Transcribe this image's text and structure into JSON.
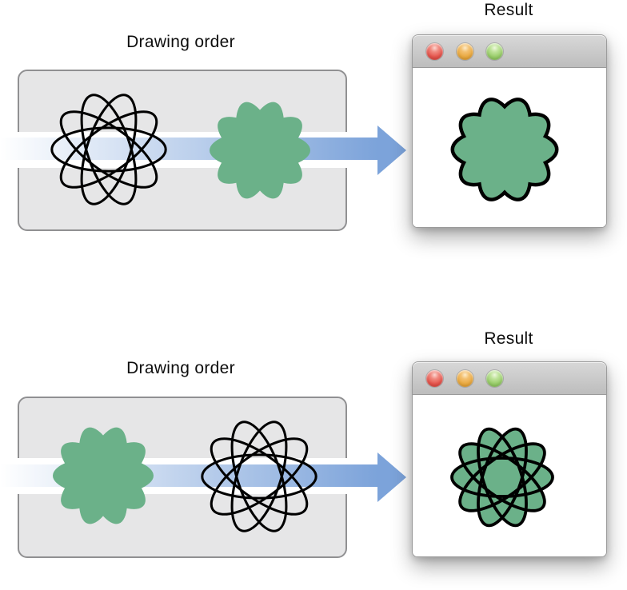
{
  "colors": {
    "flower_green": "#6BB189",
    "arrow_blue": "#7CA3DA",
    "arrow_fade_start": "#FFFFFF",
    "panel_gray": "#E6E6E7",
    "panel_border": "#909092",
    "track_white": "#FFFFFF",
    "titlebar_top": "#D8D8D8",
    "titlebar_bottom": "#BDBDBD",
    "titlebar_divider": "#9A9A9A",
    "window_border": "#9B9B9B",
    "light_red": "#E4534B",
    "light_amber": "#E8A83F",
    "light_green": "#97CC68",
    "line_black": "#000000"
  },
  "sections": [
    {
      "order_label": "Drawing order",
      "result_label": "Result",
      "steps": [
        "stroked-line-art-flower",
        "green-filled-flower"
      ],
      "window_controls": [
        "close",
        "minimize",
        "zoom"
      ]
    },
    {
      "order_label": "Drawing order",
      "result_label": "Result",
      "steps": [
        "green-filled-flower",
        "stroked-line-art-flower"
      ],
      "window_controls": [
        "close",
        "minimize",
        "zoom"
      ]
    }
  ]
}
